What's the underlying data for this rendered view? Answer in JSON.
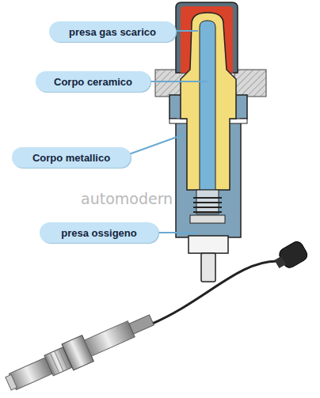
{
  "diagram": {
    "nodes": [
      {
        "text": [
          "presa gas scarico"
        ]
      },
      {
        "text": [
          "Corpo ceramico"
        ]
      },
      {
        "text": [
          "Corpo metallico"
        ]
      },
      {
        "text": [
          "presa ossigeno"
        ]
      }
    ],
    "labels": [
      "automodern"
    ]
  }
}
